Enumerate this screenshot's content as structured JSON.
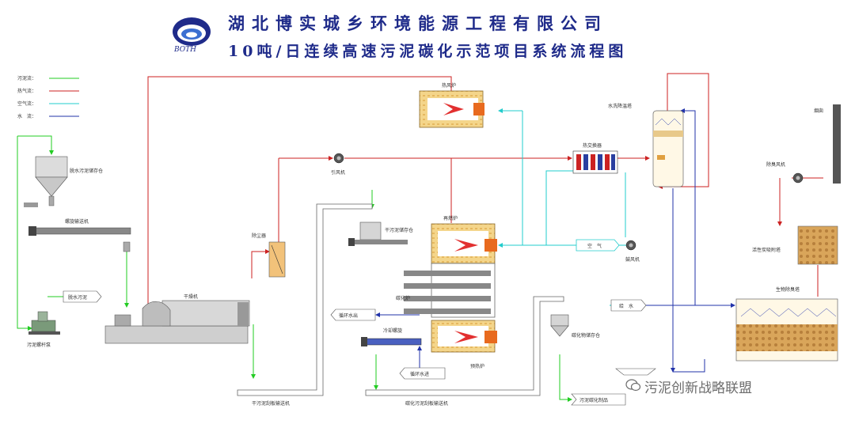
{
  "header": {
    "company": "湖北博实城乡环境能源工程有限公司",
    "project": "10吨/日连续高速污泥碳化示范项目系统流程图",
    "logo_text": "BOTH"
  },
  "legend": [
    {
      "label": "污泥流：",
      "color": "#22cc22"
    },
    {
      "label": "热气流：",
      "color": "#cc2222"
    },
    {
      "label": "空气流：",
      "color": "#22cccc"
    },
    {
      "label": "水　流：",
      "color": "#2233aa"
    }
  ],
  "labels": {
    "sludge_storage": "脱水污泥储存仓",
    "screw_conveyor": "螺旋输送机",
    "dewatered_sludge": "脱水污泥",
    "screw_pump": "污泥螺杆泵",
    "dryer": "干燥机",
    "dust_collector": "除尘器",
    "induced_fan": "引风机",
    "hot_air_furnace": "热风炉",
    "heat_exchanger": "热交换器",
    "washing_tower": "水洗降温塔",
    "chimney": "烟囱",
    "deodor_fan": "除臭风机",
    "activated_carbon": "活性炭吸附塔",
    "bio_deodor": "生物除臭塔",
    "dry_sludge_storage": "干污泥储存仓",
    "reburn_furnace": "再燃炉",
    "carbonization_furnace": "碳化炉",
    "preheat_furnace": "预热炉",
    "cooling_screw": "冷却螺旋",
    "cooling_water_out": "循环水出",
    "cooling_water_in": "循环水进",
    "air": "空　气",
    "blower": "鼓风机",
    "water_supply": "给　水",
    "char_storage": "碳化物储存仓",
    "dry_sludge_conveyor": "干污泥刮板输送机",
    "char_conveyor": "碳化污泥刮板输送机",
    "char_product": "污泥碳化制品"
  },
  "watermark": "污泥创新战略联盟",
  "colors": {
    "sludge": "#22cc22",
    "hot_gas": "#cc2222",
    "air": "#22cccc",
    "water": "#2233aa",
    "title": "#1f2b8a"
  }
}
